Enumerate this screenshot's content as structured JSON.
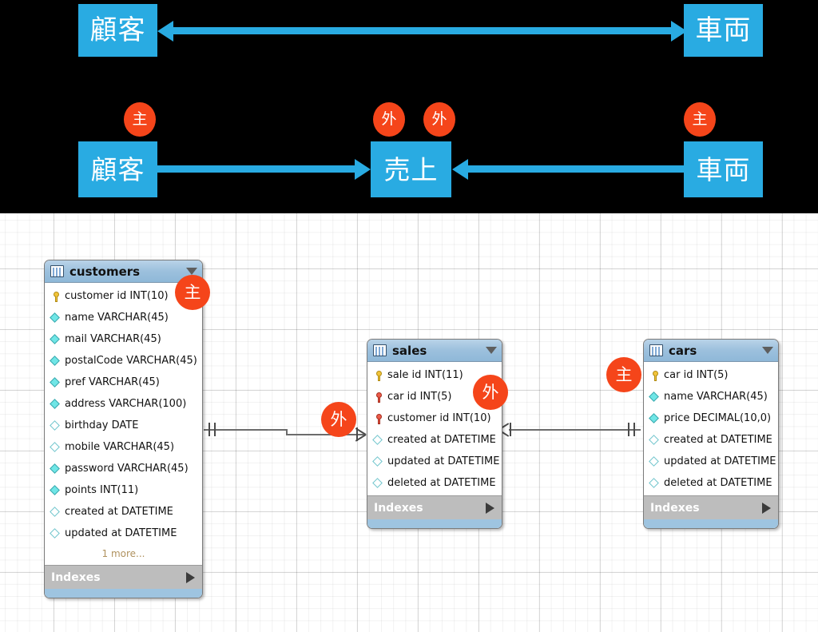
{
  "concept": {
    "top_row": {
      "left_label": "顧客",
      "right_label": "車両",
      "relation": "bidirectional-arrow"
    },
    "bottom_row": {
      "left_label": "顧客",
      "center_label": "売上",
      "right_label": "車両",
      "left_badge": "主",
      "center_badge_1": "外",
      "center_badge_2": "外",
      "right_badge": "主"
    },
    "colors": {
      "box_blue": "#29ABE2",
      "badge_orange": "#F5451A",
      "background": "#000000"
    }
  },
  "canvas": {
    "tables": [
      {
        "name": "customers",
        "badge": "主",
        "indexes_label": "Indexes",
        "more_label": "1 more...",
        "fields": [
          {
            "text": "customer id INT(10)",
            "icon": "key-pk"
          },
          {
            "text": "name VARCHAR(45)",
            "icon": "diamond-filled"
          },
          {
            "text": "mail VARCHAR(45)",
            "icon": "diamond-filled"
          },
          {
            "text": "postalCode VARCHAR(45)",
            "icon": "diamond-filled"
          },
          {
            "text": "pref VARCHAR(45)",
            "icon": "diamond-filled"
          },
          {
            "text": "address VARCHAR(100)",
            "icon": "diamond-filled"
          },
          {
            "text": "birthday DATE",
            "icon": "diamond-hollow"
          },
          {
            "text": "mobile VARCHAR(45)",
            "icon": "diamond-hollow"
          },
          {
            "text": "password VARCHAR(45)",
            "icon": "diamond-filled"
          },
          {
            "text": "points INT(11)",
            "icon": "diamond-filled"
          },
          {
            "text": "created at DATETIME",
            "icon": "diamond-hollow"
          },
          {
            "text": "updated at DATETIME",
            "icon": "diamond-hollow"
          }
        ]
      },
      {
        "name": "sales",
        "badge": "外",
        "indexes_label": "Indexes",
        "fields": [
          {
            "text": "sale id INT(11)",
            "icon": "key-pk"
          },
          {
            "text": "car id INT(5)",
            "icon": "key-fk"
          },
          {
            "text": "customer id INT(10)",
            "icon": "key-fk"
          },
          {
            "text": "created at DATETIME",
            "icon": "diamond-hollow"
          },
          {
            "text": "updated at DATETIME",
            "icon": "diamond-hollow"
          },
          {
            "text": "deleted at DATETIME",
            "icon": "diamond-hollow"
          }
        ]
      },
      {
        "name": "cars",
        "badge": "主",
        "indexes_label": "Indexes",
        "fields": [
          {
            "text": "car id INT(5)",
            "icon": "key-pk"
          },
          {
            "text": "name VARCHAR(45)",
            "icon": "diamond-filled"
          },
          {
            "text": "price DECIMAL(10,0)",
            "icon": "diamond-filled"
          },
          {
            "text": "created at DATETIME",
            "icon": "diamond-hollow"
          },
          {
            "text": "updated at DATETIME",
            "icon": "diamond-hollow"
          },
          {
            "text": "deleted at DATETIME",
            "icon": "diamond-hollow"
          }
        ]
      }
    ],
    "relationships": [
      {
        "from": "customers",
        "to": "sales",
        "from_cardinality": "one",
        "to_cardinality": "many",
        "badge": "外"
      },
      {
        "from": "sales",
        "to": "cars",
        "from_cardinality": "many",
        "to_cardinality": "one"
      }
    ]
  }
}
